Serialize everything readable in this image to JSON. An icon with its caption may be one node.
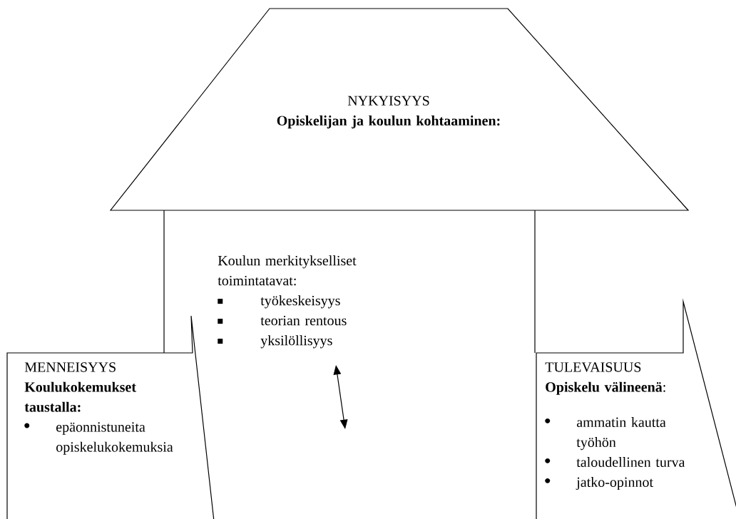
{
  "diagram": {
    "nodes": [
      {
        "text": [
          "NYKYISYYS",
          "Opiskelijan ja koulun kohtaaminen:"
        ]
      },
      {
        "text": [
          "Koulun merkitykselliset toimintatavat:",
          "työkeskeisyys",
          "teorian rentous",
          "yksilöllisyys"
        ]
      },
      {
        "text": [
          "MENNEISYYS",
          "Koulukokemukset taustalla:",
          "epäonnistuneita opiskelukokemuksia"
        ]
      },
      {
        "text": [
          "TULEVAISUUS",
          "**Opiskelu välineenä**:",
          "ammatin kautta työhön",
          "taloudellinen turva",
          "jatko-opinnot"
        ]
      }
    ]
  }
}
